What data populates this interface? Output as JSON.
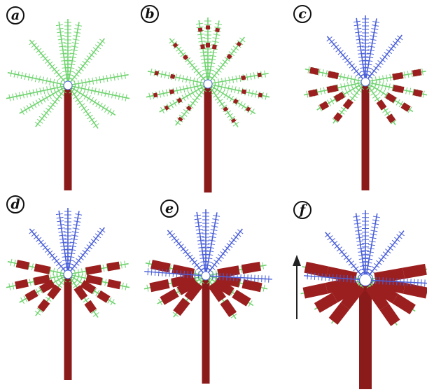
{
  "figure": {
    "panels": [
      {
        "id": "a",
        "label": "a",
        "stage": 0,
        "trunk_size": 1.0,
        "red_mode": "none",
        "extra_horizontal_blue": false
      },
      {
        "id": "b",
        "label": "b",
        "stage": 1,
        "trunk_size": 1.0,
        "red_mode": "small",
        "extra_horizontal_blue": false
      },
      {
        "id": "c",
        "label": "c",
        "stage": 2,
        "trunk_size": 1.0,
        "red_mode": "medium",
        "extra_horizontal_blue": false
      },
      {
        "id": "d",
        "label": "d",
        "stage": 3,
        "trunk_size": 1.0,
        "red_mode": "large",
        "extra_horizontal_blue": false
      },
      {
        "id": "e",
        "label": "e",
        "stage": 4,
        "trunk_size": 1.0,
        "red_mode": "larger",
        "extra_horizontal_blue": true
      },
      {
        "id": "f",
        "label": "f",
        "stage": 5,
        "trunk_size": 1.4,
        "red_mode": "largest",
        "extra_horizontal_blue": true
      }
    ],
    "growth_arrow": {
      "present": true,
      "direction": "up"
    },
    "colors": {
      "trunk": "#8b1a1a",
      "green_branch": "#6fd36f",
      "blue_branch": "#4a5fd8",
      "red_segment": "#9c1f1f",
      "arrow": "#222222",
      "label_text": "#111111",
      "label_bg": "#ffffff"
    }
  }
}
